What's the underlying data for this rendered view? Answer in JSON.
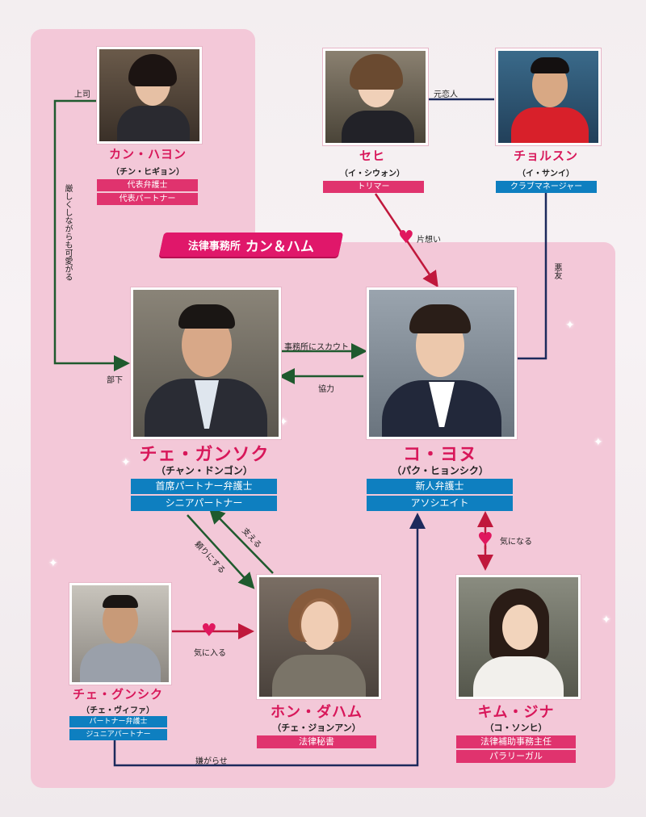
{
  "banner": {
    "prefix": "法律事務所",
    "name": "カン＆ハム"
  },
  "characters": [
    {
      "id": "kan",
      "name": "カン・ハヨン",
      "actor": "（チン・ヒギョン）",
      "tags": [
        "代表弁護士",
        "代表パートナー"
      ]
    },
    {
      "id": "sehi",
      "name": "セヒ",
      "actor": "（イ・シウォン）",
      "tags": [
        "トリマー"
      ]
    },
    {
      "id": "chol",
      "name": "チョルスン",
      "actor": "（イ・サンイ）",
      "tags": [
        "クラブマネージャー"
      ]
    },
    {
      "id": "choi",
      "name": "チェ・ガンソク",
      "actor": "（チャン・ドンゴン）",
      "tags": [
        "首席パートナー弁護士",
        "シニアパートナー"
      ]
    },
    {
      "id": "ko",
      "name": "コ・ヨヌ",
      "actor": "（パク・ヒョンシク）",
      "tags": [
        "新人弁護士",
        "アソシエイト"
      ]
    },
    {
      "id": "gun",
      "name": "チェ・グンシク",
      "actor": "（チェ・ヴィファ）",
      "tags": [
        "パートナー弁護士",
        "ジュニアパートナー"
      ]
    },
    {
      "id": "hong",
      "name": "ホン・ダハム",
      "actor": "（チェ・ジョンアン）",
      "tags": [
        "法律秘書"
      ]
    },
    {
      "id": "kim",
      "name": "キム・ジナ",
      "actor": "（コ・ソンヒ）",
      "tags": [
        "法律補助事務主任",
        "パラリーガル"
      ]
    }
  ],
  "relations": {
    "boss": "上司",
    "strict": "厳しくしながらも可愛がる",
    "subordinate": "部下",
    "ex": "元恋人",
    "crush": "片想い",
    "bad_friend": "悪友",
    "scout": "事務所にスカウト",
    "cooperate": "協力",
    "support": "支える",
    "rely": "頼りにする",
    "interested": "気になる",
    "likes": "気に入る",
    "harass": "嫌がらせ"
  },
  "colors": {
    "pink": "#e0336e",
    "blue": "#0e7fc0",
    "green": "#1f5a2e",
    "navy": "#1c2a5c",
    "red": "#c0183c"
  }
}
